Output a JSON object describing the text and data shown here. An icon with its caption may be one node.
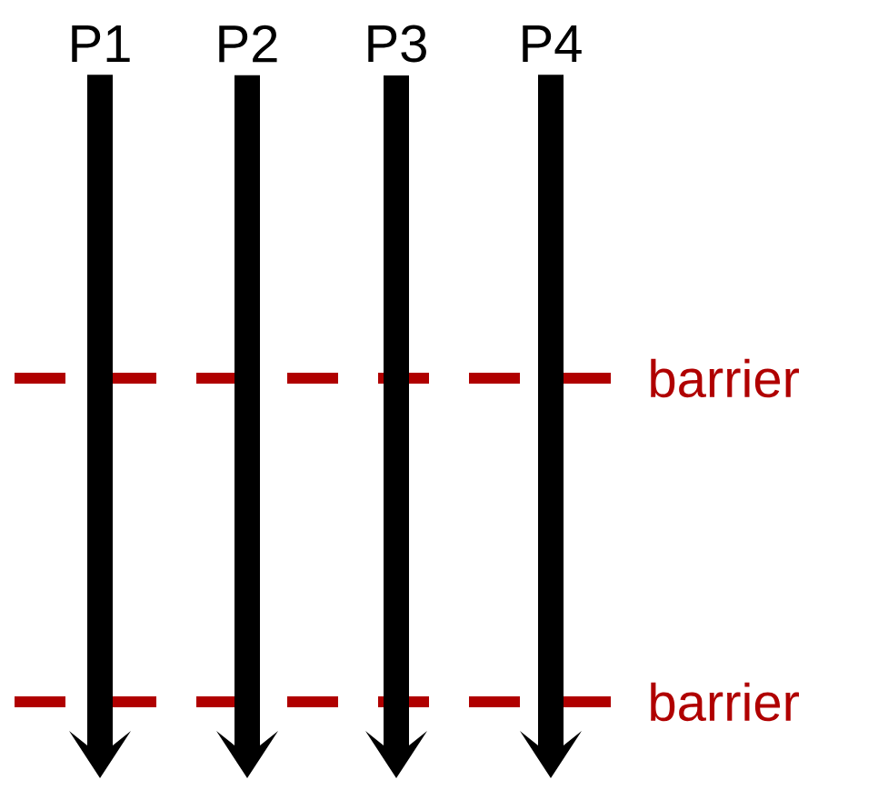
{
  "diagram": {
    "nodes": [
      {
        "text": [
          "P1"
        ]
      },
      {
        "text": [
          "P2"
        ]
      },
      {
        "text": [
          "P3"
        ]
      },
      {
        "text": [
          "P4"
        ]
      }
    ],
    "edges": [
      {
        "from": 0,
        "to": null,
        "arrow": "to",
        "style": "thick"
      },
      {
        "from": 1,
        "to": null,
        "arrow": "to",
        "style": "thick"
      },
      {
        "from": 2,
        "to": null,
        "arrow": "to",
        "style": "thick"
      },
      {
        "from": 3,
        "to": null,
        "arrow": "to",
        "style": "thick"
      }
    ],
    "labels": [
      "barrier",
      "barrier"
    ]
  }
}
